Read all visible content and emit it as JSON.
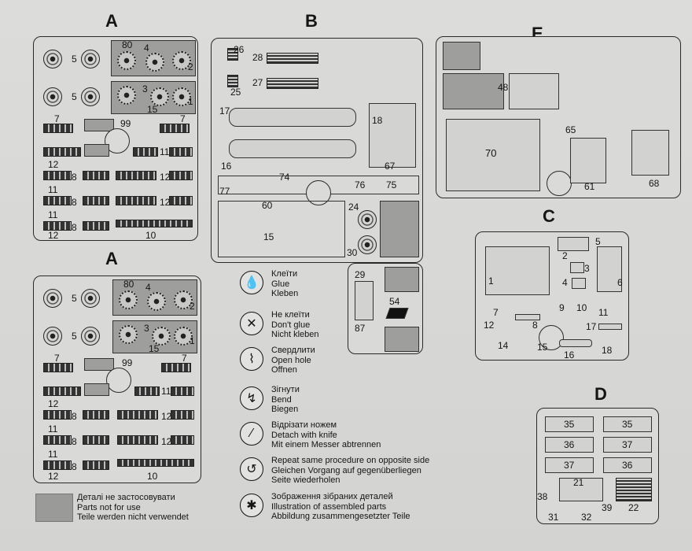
{
  "sections": {
    "a_top": "A",
    "b": "B",
    "e": "E",
    "a_bottom": "A",
    "c": "C",
    "d": "D"
  },
  "sprue_a_numbers": [
    "5",
    "5",
    "80",
    "4",
    "2",
    "3",
    "1",
    "15",
    "7",
    "7",
    "99",
    "12",
    "11",
    "8",
    "12",
    "11",
    "8",
    "12",
    "11",
    "8",
    "12",
    "10"
  ],
  "sprue_b_numbers": [
    "26",
    "28",
    "25",
    "27",
    "17",
    "18",
    "16",
    "67",
    "74",
    "77",
    "76",
    "75",
    "60",
    "24",
    "15",
    "30",
    "29",
    "54",
    "87"
  ],
  "sprue_e_numbers": [
    "48",
    "70",
    "65",
    "61",
    "68"
  ],
  "sprue_c_numbers": [
    "5",
    "2",
    "3",
    "4",
    "6",
    "1",
    "7",
    "9",
    "10",
    "11",
    "12",
    "8",
    "17",
    "14",
    "15",
    "16",
    "18"
  ],
  "sprue_d_numbers": [
    "35",
    "35",
    "36",
    "37",
    "37",
    "36",
    "21",
    "38",
    "39",
    "22",
    "31",
    "32"
  ],
  "legend": [
    {
      "icon": "glue-drop-icon",
      "lines": [
        "Клеїти",
        "Glue",
        "Kleben"
      ]
    },
    {
      "icon": "no-glue-icon",
      "lines": [
        "Не клеїти",
        "Don't glue",
        "Nicht kleben"
      ]
    },
    {
      "icon": "drill-icon",
      "lines": [
        "Свердлити",
        "Open hole",
        "Offnen"
      ]
    },
    {
      "icon": "bend-icon",
      "lines": [
        "Зігнути",
        "Bend",
        "Biegen"
      ]
    },
    {
      "icon": "knife-icon",
      "lines": [
        "Відрізати ножем",
        "Detach with knife",
        "Mit einem Messer abtrennen"
      ]
    },
    {
      "icon": "repeat-icon",
      "lines": [
        "Repeat same procedure on opposite side",
        "Gleichen Vorgang auf gegenüberliegen",
        "Seite wiederholen"
      ]
    },
    {
      "icon": "assembled-icon",
      "lines": [
        "Зображення зібраних деталей",
        "Illustration of assembled parts",
        "Abbildung zusammengesetzter Teile"
      ]
    }
  ],
  "footer_note": [
    "Деталі не застосовувати",
    "Parts not for use",
    "Teile werden nicht verwendet"
  ],
  "colors": {
    "paper": "#d6d6d4",
    "ink": "#151515",
    "unused_parts": "#9a9a98"
  }
}
